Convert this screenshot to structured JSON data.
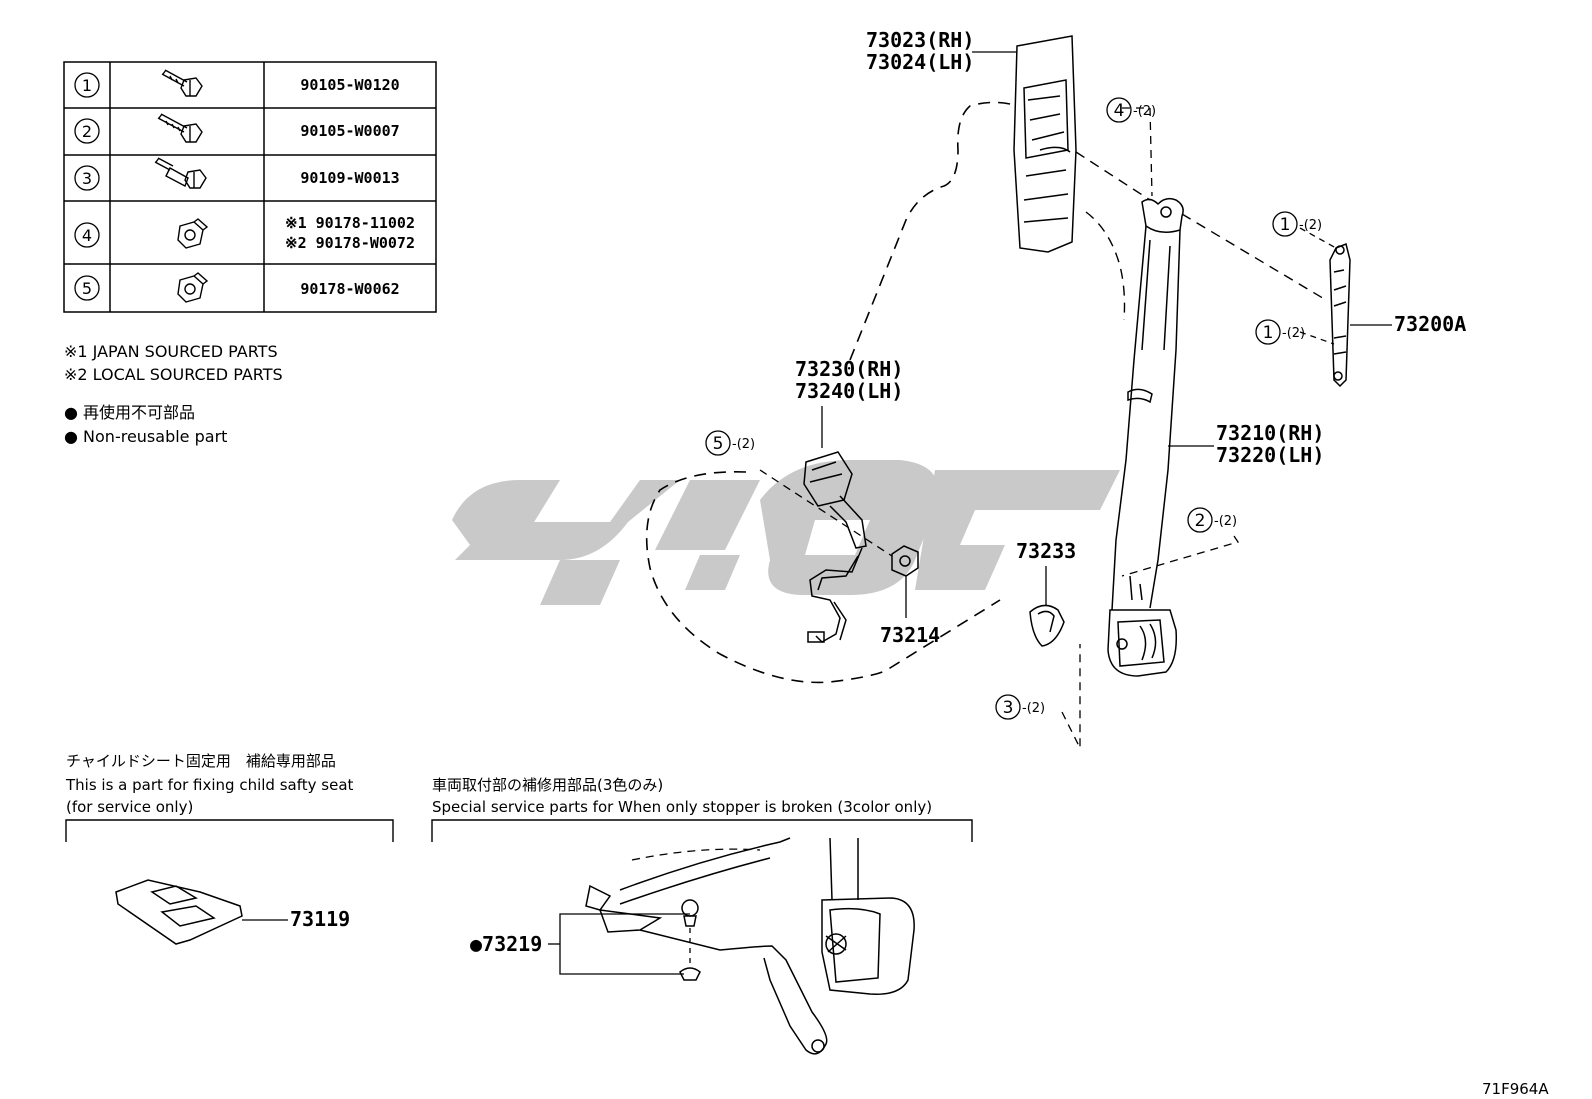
{
  "fastener_table": {
    "rows": [
      {
        "index": "1",
        "part_lines": [
          "90105-W0120"
        ]
      },
      {
        "index": "2",
        "part_lines": [
          "90105-W0007"
        ]
      },
      {
        "index": "3",
        "part_lines": [
          "90109-W0013"
        ]
      },
      {
        "index": "4",
        "part_lines": [
          "※1 90178-11002",
          "※2 90178-W0072"
        ]
      },
      {
        "index": "5",
        "part_lines": [
          "90178-W0062"
        ]
      }
    ]
  },
  "notes": {
    "note1": "※1 JAPAN SOURCED PARTS",
    "note2": "※2 LOCAL SOURCED PARTS",
    "non_reusable_jp": "● 再使用不可部品",
    "non_reusable_en": "● Non-reusable part"
  },
  "callouts": {
    "c_73023": "73023(RH)",
    "c_73024": "73024(LH)",
    "c_73230": "73230(RH)",
    "c_73240": "73240(LH)",
    "c_73210": "73210(RH)",
    "c_73220": "73220(LH)",
    "c_73200a": "73200A",
    "c_73233": "73233",
    "c_73214": "73214",
    "c_73119": "73119",
    "c_73219": "●73219"
  },
  "fastener_refs": [
    {
      "num": "4",
      "qty": "-(2)"
    },
    {
      "num": "1",
      "qty": "-(2)"
    },
    {
      "num": "1",
      "qty": "-(2)"
    },
    {
      "num": "5",
      "qty": "-(2)"
    },
    {
      "num": "2",
      "qty": "-(2)"
    },
    {
      "num": "3",
      "qty": "-(2)"
    }
  ],
  "child_seat_box": {
    "title_jp": "チャイルドシート固定用　補給専用部品",
    "title_en1": "This is a part for fixing child safty seat",
    "title_en2": "(for service only)"
  },
  "stopper_box": {
    "title_jp": "車両取付部の補修用部品(3色のみ)",
    "title_en": "Special service parts for When only stopper is broken (3color only)"
  },
  "figure_code": "71F964A",
  "colors": {
    "line": "#000000",
    "watermark": "#c8c8c8"
  }
}
